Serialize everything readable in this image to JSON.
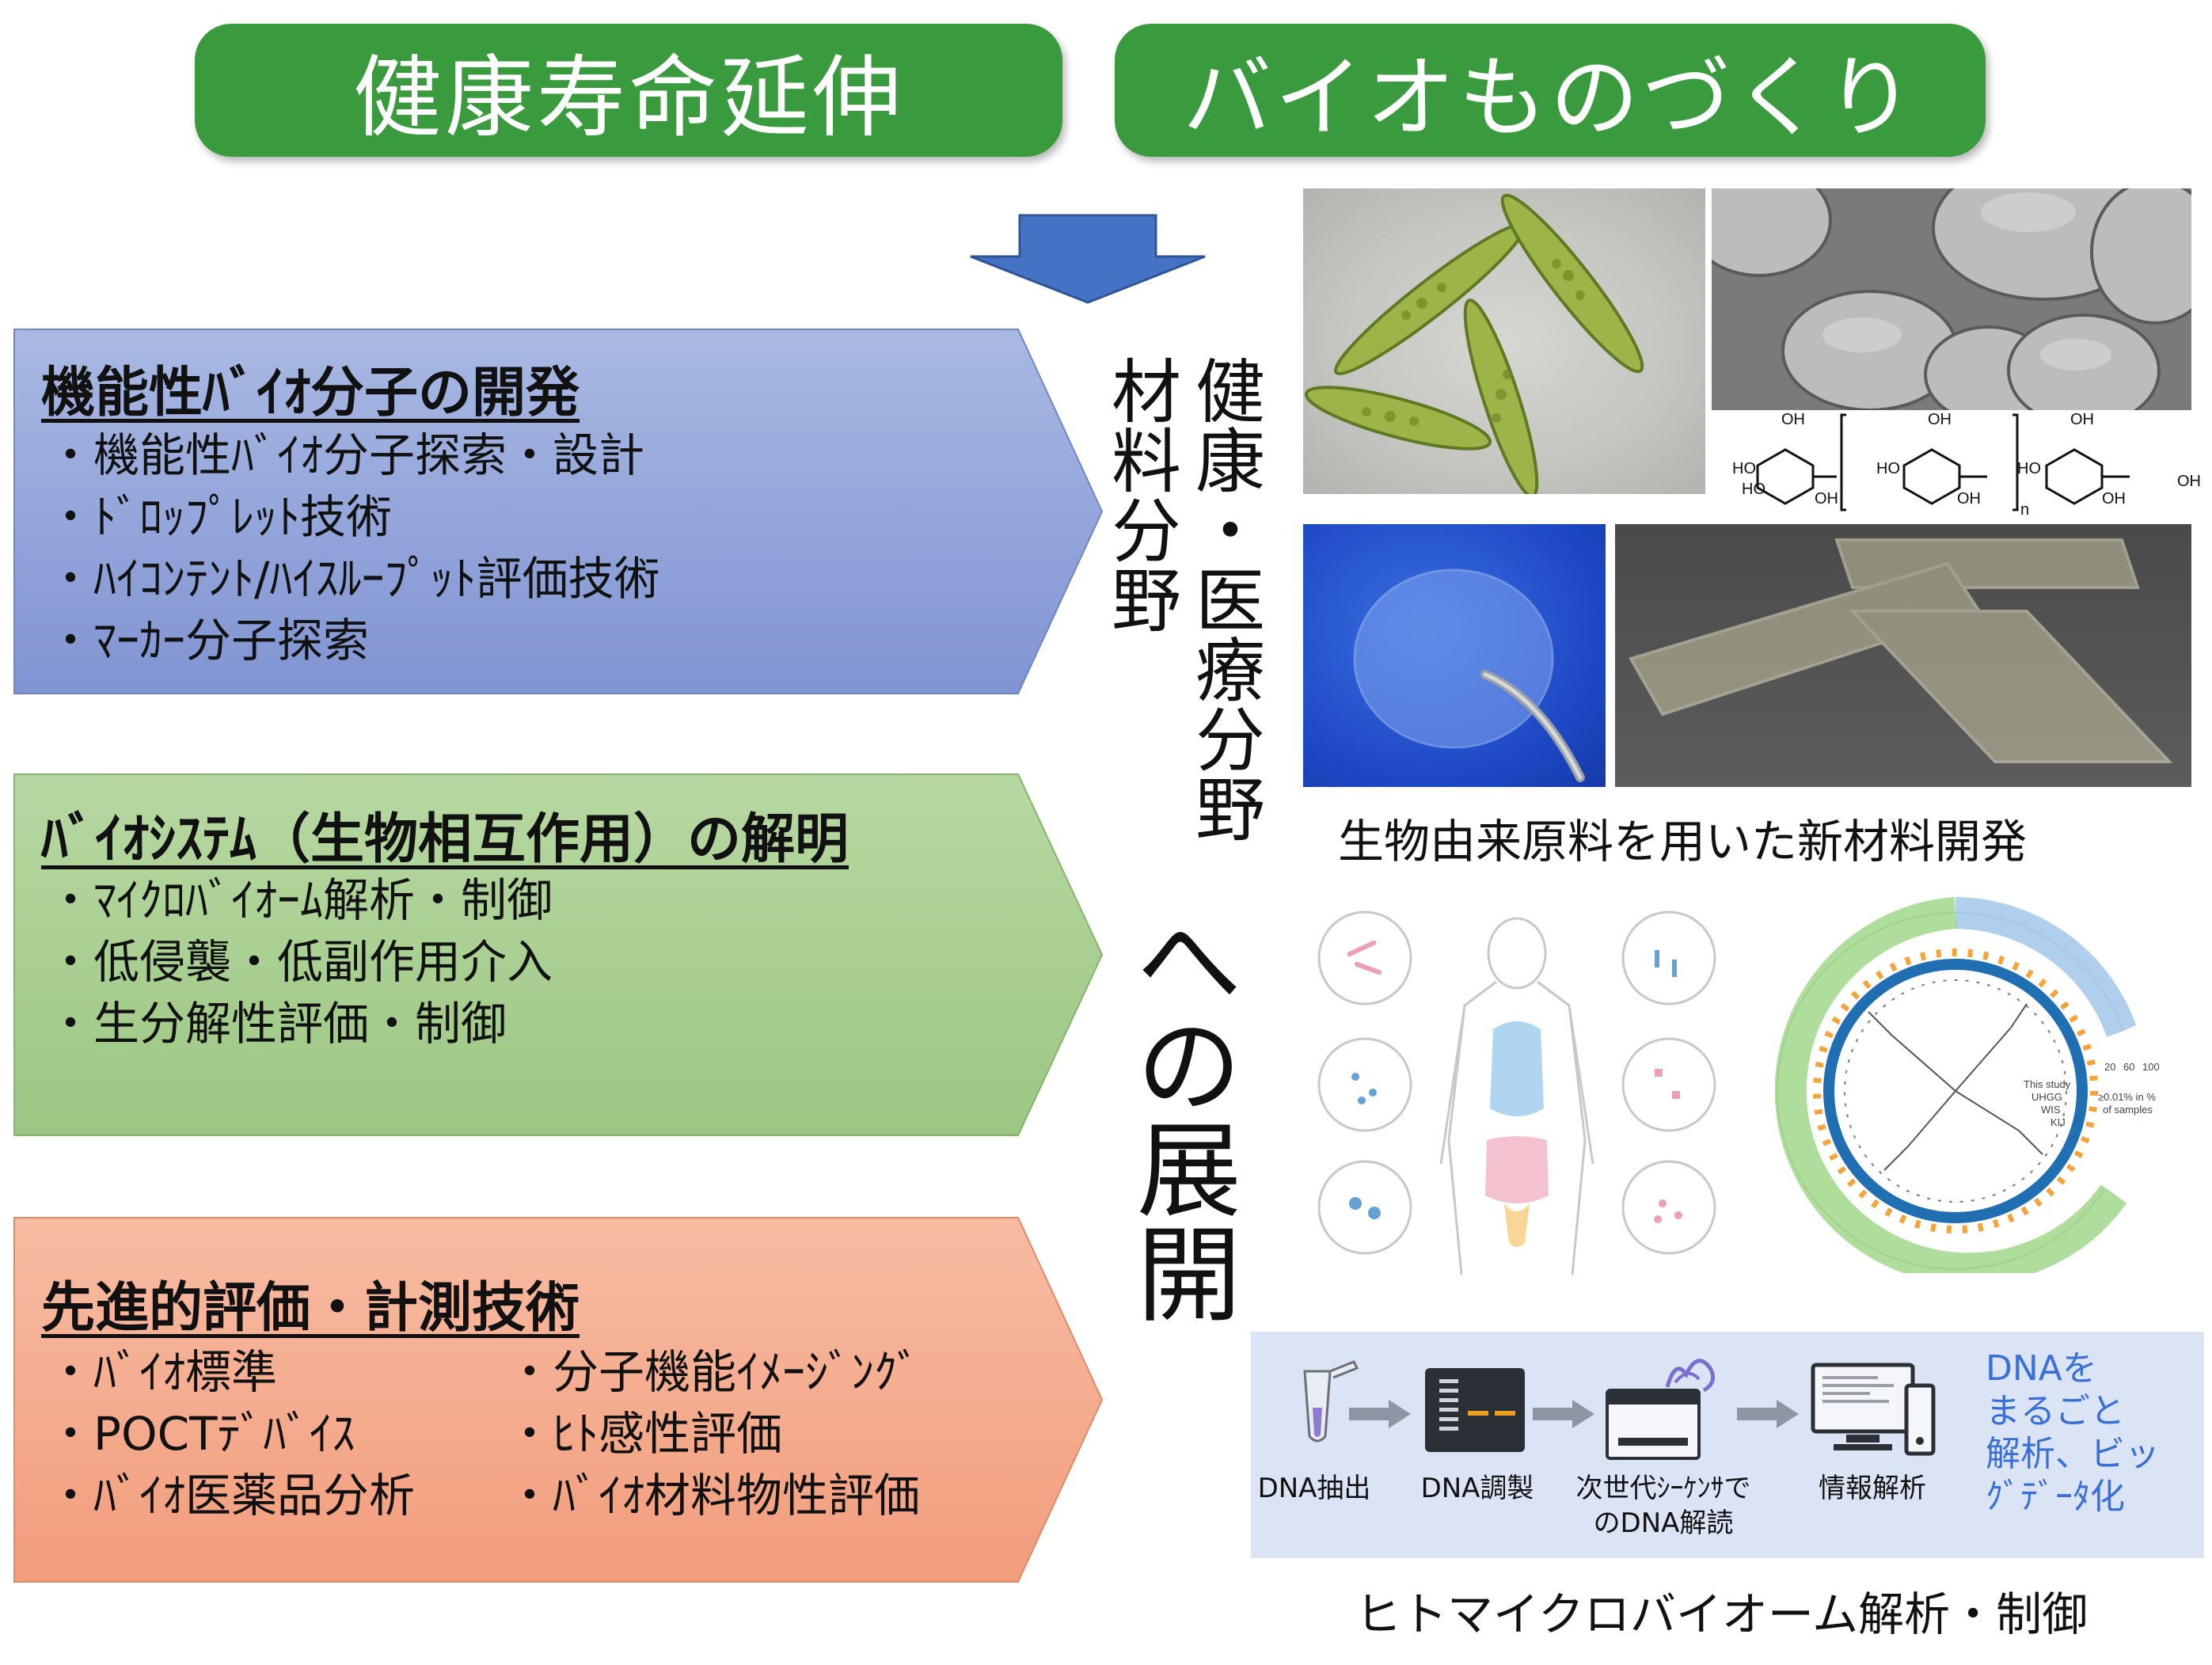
{
  "headers": {
    "left": "健康寿命延伸",
    "right": "バイオものづくり"
  },
  "panels": [
    {
      "title": "機能性ﾊﾞｲｵ分子の開発",
      "items": [
        "・機能性ﾊﾞｲｵ分子探索・設計",
        "・ﾄﾞﾛｯﾌﾟﾚｯﾄ技術",
        "・ﾊｲｺﾝﾃﾝﾄ/ﾊｲｽﾙｰﾌﾟｯﾄ評価技術",
        "・ﾏｰｶｰ分子探索"
      ],
      "color": "#8ea2d8"
    },
    {
      "title": "ﾊﾞｲｵｼｽﾃﾑ（生物相互作用）の解明",
      "items": [
        "・ﾏｲｸﾛﾊﾞｲｵｰﾑ解析・制御",
        "・低侵襲・低副作用介入",
        "・生分解性評価・制御"
      ],
      "color": "#a6cc8e"
    },
    {
      "title": "先進的評価・計測技術",
      "items_left": [
        "・ﾊﾞｲｵ標準",
        "・POCTﾃﾞﾊﾞｲｽ",
        "・ﾊﾞｲｵ医薬品分析"
      ],
      "items_right": [
        "・分子機能ｲﾒｰｼﾞﾝｸﾞ",
        "・ﾋﾄ感性評価",
        "・ﾊﾞｲｵ材料物性評価"
      ],
      "color": "#f4a98a"
    }
  ],
  "vertical": {
    "health": "健康・医療分野",
    "material": "材料分野",
    "expand": "への展開"
  },
  "captions": {
    "material_dev": "生物由来原料を用いた新材料開発",
    "microbiome": "ヒトマイクロバイオーム解析・制御"
  },
  "chem": {
    "oh": "OH",
    "ho": "HO",
    "n": "n"
  },
  "tree_legend": {
    "this_study": "This study",
    "uhgg": "UHGG",
    "wis": "WIS",
    "kij": "KIJ",
    "scale": "≥0.01% in %",
    "scale2": "of samples",
    "ticks": [
      "20",
      "60",
      "100"
    ]
  },
  "workflow": {
    "steps": [
      "DNA抽出",
      "DNA調製",
      "次世代ｼｰｹﾝｻで\nのDNA解読",
      "情報解析"
    ],
    "highlight": "DNAを\nまるごと\n解析、ビッ\nｸﾞﾃﾞｰﾀ化"
  }
}
